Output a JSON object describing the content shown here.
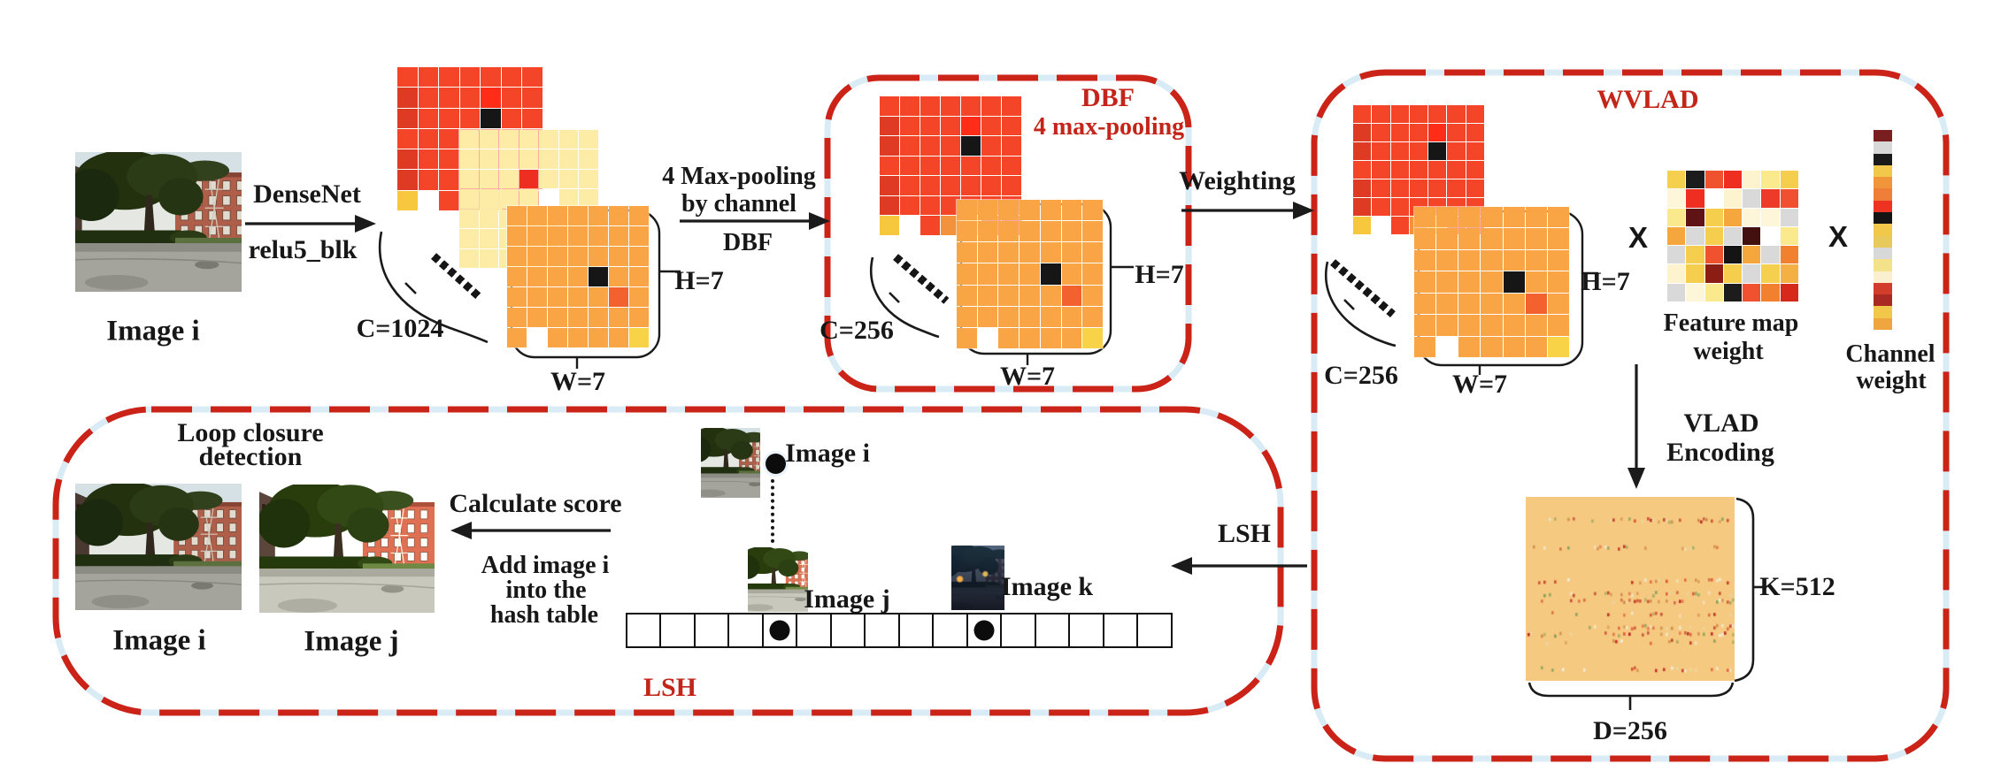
{
  "colors": {
    "accent_red": "#c3251a",
    "dash_red": "#cb2318",
    "dash_halo": "#d9ecf5",
    "ink": "#171717"
  },
  "input": {
    "caption": "Image i"
  },
  "densenet": {
    "top": "DenseNet",
    "bottom": "relu5_blk"
  },
  "stack1": {
    "c": "C=1024",
    "h": "H=7",
    "w": "W=7"
  },
  "maxpool": {
    "line1": "4 Max-pooling",
    "line2": "by channel",
    "line3": "DBF"
  },
  "dbf": {
    "title1": "DBF",
    "title2": "4 max-pooling",
    "c": "C=256",
    "h": "H=7",
    "w": "W=7"
  },
  "weighting": {
    "label": "Weighting"
  },
  "wvlad": {
    "title": "WVLAD",
    "c": "C=256",
    "h": "H=7",
    "w": "W=7",
    "times1": "X",
    "times2": "X",
    "feature_weight_caption1": "Feature map",
    "feature_weight_caption2": "weight",
    "channel_caption1": "Channel",
    "channel_caption2": "weight",
    "vlad1": "VLAD",
    "vlad2": "Encoding",
    "k": "K=512",
    "d": "D=256"
  },
  "lsh_arrow": {
    "label": "LSH"
  },
  "lsh": {
    "heading1": "Loop closure",
    "heading2": "detection",
    "photo_i": "Image i",
    "photo_j": "Image j",
    "calc": "Calculate score",
    "add1": "Add image i",
    "add2": "into the",
    "add3": "hash table",
    "thumb_i": "Image i",
    "thumb_j": "Image j",
    "thumb_k": "Image k",
    "title": "LSH",
    "hash": {
      "cells": 16,
      "dot_cells": [
        5,
        11
      ]
    }
  },
  "grids": {
    "map_red": [
      [
        "#f44529",
        "#f44529",
        "#f44529",
        "#f44529",
        "#f44529",
        "#f44529",
        "#f44529"
      ],
      [
        "#de3a24",
        "#f44529",
        "#f44529",
        "#f44529",
        "#ff2c18",
        "#f44529",
        "#f44529"
      ],
      [
        "#de3a24",
        "#f44529",
        "#f44529",
        "#f44529",
        "#161616",
        "#f44529",
        "#f44529"
      ],
      [
        "#f44529",
        "#f44529",
        "#f44529",
        "#f44529",
        "#f44529",
        "#f44529",
        "#f44529"
      ],
      [
        "#de3a24",
        "#f44529",
        "#f44529",
        "#f44529",
        "#f44529",
        "#f44529",
        "#f44529"
      ],
      [
        "#de3a24",
        "#f44529",
        "#f44529",
        "#f44529",
        "#f44529",
        "#f44529",
        "#f44529"
      ],
      [
        "#f7c83d",
        "#ffffff",
        "#f44529",
        "#f2923c",
        "#f7c83d",
        "#f44529",
        "#f44529"
      ]
    ],
    "map_pale": [
      [
        "#fceca6",
        "#fceca6",
        "#fceca6",
        "#fceca6",
        "#fceca6",
        "#fceca6",
        "#fceca6"
      ],
      [
        "#fceca6",
        "#fceca6",
        "#fceca6",
        "#fceca6",
        "#fceca6",
        "#fceca6",
        "#fceca6"
      ],
      [
        "#fceca6",
        "#fceca6",
        "#fceca6",
        "#ee2e20",
        "#fceca6",
        "#fceca6",
        "#fceca6"
      ],
      [
        "#fceca6",
        "#fceca6",
        "#fceca6",
        "#fceca6",
        "#ffffff",
        "#fceca6",
        "#fceca6"
      ],
      [
        "#fceca6",
        "#fceca6",
        "#fceca6",
        "#fceca6",
        "#fceca6",
        "#fceca6",
        "#fceca6"
      ],
      [
        "#fceca6",
        "#fceca6",
        "#fceca6",
        "#fceca6",
        "#fceca6",
        "#fceca6",
        "#fceca6"
      ],
      [
        "#fceca6",
        "#fceca6",
        "#fceca6",
        "#fceca6",
        "#fceca6",
        "#fceca6",
        "#fceca6"
      ]
    ],
    "map_orange": [
      [
        "#f9a546",
        "#f9a546",
        "#f9a546",
        "#f9a546",
        "#f9a546",
        "#f9a546",
        "#f9a546"
      ],
      [
        "#f9a546",
        "#f9a546",
        "#f9a546",
        "#f9a546",
        "#f9a546",
        "#f9a546",
        "#f9a546"
      ],
      [
        "#f9a546",
        "#f9a546",
        "#f9a546",
        "#f9a546",
        "#f9a546",
        "#f9a546",
        "#f9a546"
      ],
      [
        "#f9a546",
        "#f9a546",
        "#f9a546",
        "#f9a546",
        "#161616",
        "#f9a546",
        "#f9a546"
      ],
      [
        "#f9a546",
        "#f9a546",
        "#f9a546",
        "#f9a546",
        "#f9a546",
        "#f2612e",
        "#f9a546"
      ],
      [
        "#f9a546",
        "#f9a546",
        "#f9a546",
        "#f9a546",
        "#f9a546",
        "#f9a546",
        "#f9a546"
      ],
      [
        "#f9a546",
        "#ffffff",
        "#f9a546",
        "#f9a546",
        "#f9a546",
        "#f9a546",
        "#f8d348"
      ]
    ],
    "feature_weight": [
      [
        "#f5cf4e",
        "#1c1c1c",
        "#f0512e",
        "#ee2e20",
        "#fdf3cf",
        "#fbe98e",
        "#f6ce4d"
      ],
      [
        "#fdf6d8",
        "#ee2e20",
        "#ffffff",
        "#fdf3cf",
        "#d9d9d9",
        "#ee3a28",
        "#f05030"
      ],
      [
        "#fbe98e",
        "#5e1414",
        "#f6ce4d",
        "#f5a63c",
        "#fdf6d8",
        "#fdf6d8",
        "#d9d9d9"
      ],
      [
        "#f5a63c",
        "#d9d9d9",
        "#f6ce4d",
        "#d9d9d9",
        "#431010",
        "#ffffff",
        "#fbe98e"
      ],
      [
        "#d9d9d9",
        "#f6ce4d",
        "#f0512e",
        "#141414",
        "#f5a63c",
        "#d9d9d9",
        "#f2812f"
      ],
      [
        "#fdf3cf",
        "#f6ce4d",
        "#8c1d15",
        "#f6ce4d",
        "#d9d9d9",
        "#f5cf4e",
        "#f5b043"
      ],
      [
        "#d9d9d9",
        "#fdf6d8",
        "#fbe98e",
        "#1c1c1c",
        "#f0512e",
        "#f2812f",
        "#d7281c"
      ]
    ],
    "channel_weight": [
      "#7a1f1f",
      "#d8d8d8",
      "#1a1a1a",
      "#f2c84b",
      "#f0953a",
      "#ef7f38",
      "#ee3322",
      "#141414",
      "#f2c84b",
      "#e8c95c",
      "#d8d8d8",
      "#f4e28a",
      "#faf0d0",
      "#d23c2a",
      "#a82a22",
      "#f2c84b",
      "#f0a63f"
    ]
  },
  "vlad_matrix": {
    "bg": "#f6c981",
    "rows": [
      0.12,
      0.27,
      0.45,
      0.52,
      0.56,
      0.63,
      0.7,
      0.74,
      0.78,
      0.93
    ],
    "densities": [
      0.9,
      0.5,
      0.4,
      0.8,
      0.9,
      0.5,
      0.85,
      0.6,
      0.5,
      0.55
    ],
    "palette": [
      "#d94f2b",
      "#c23a24",
      "#7fa055",
      "#e8d9a8",
      "#cc8844",
      "#b82520",
      "#f0f0e0"
    ]
  }
}
